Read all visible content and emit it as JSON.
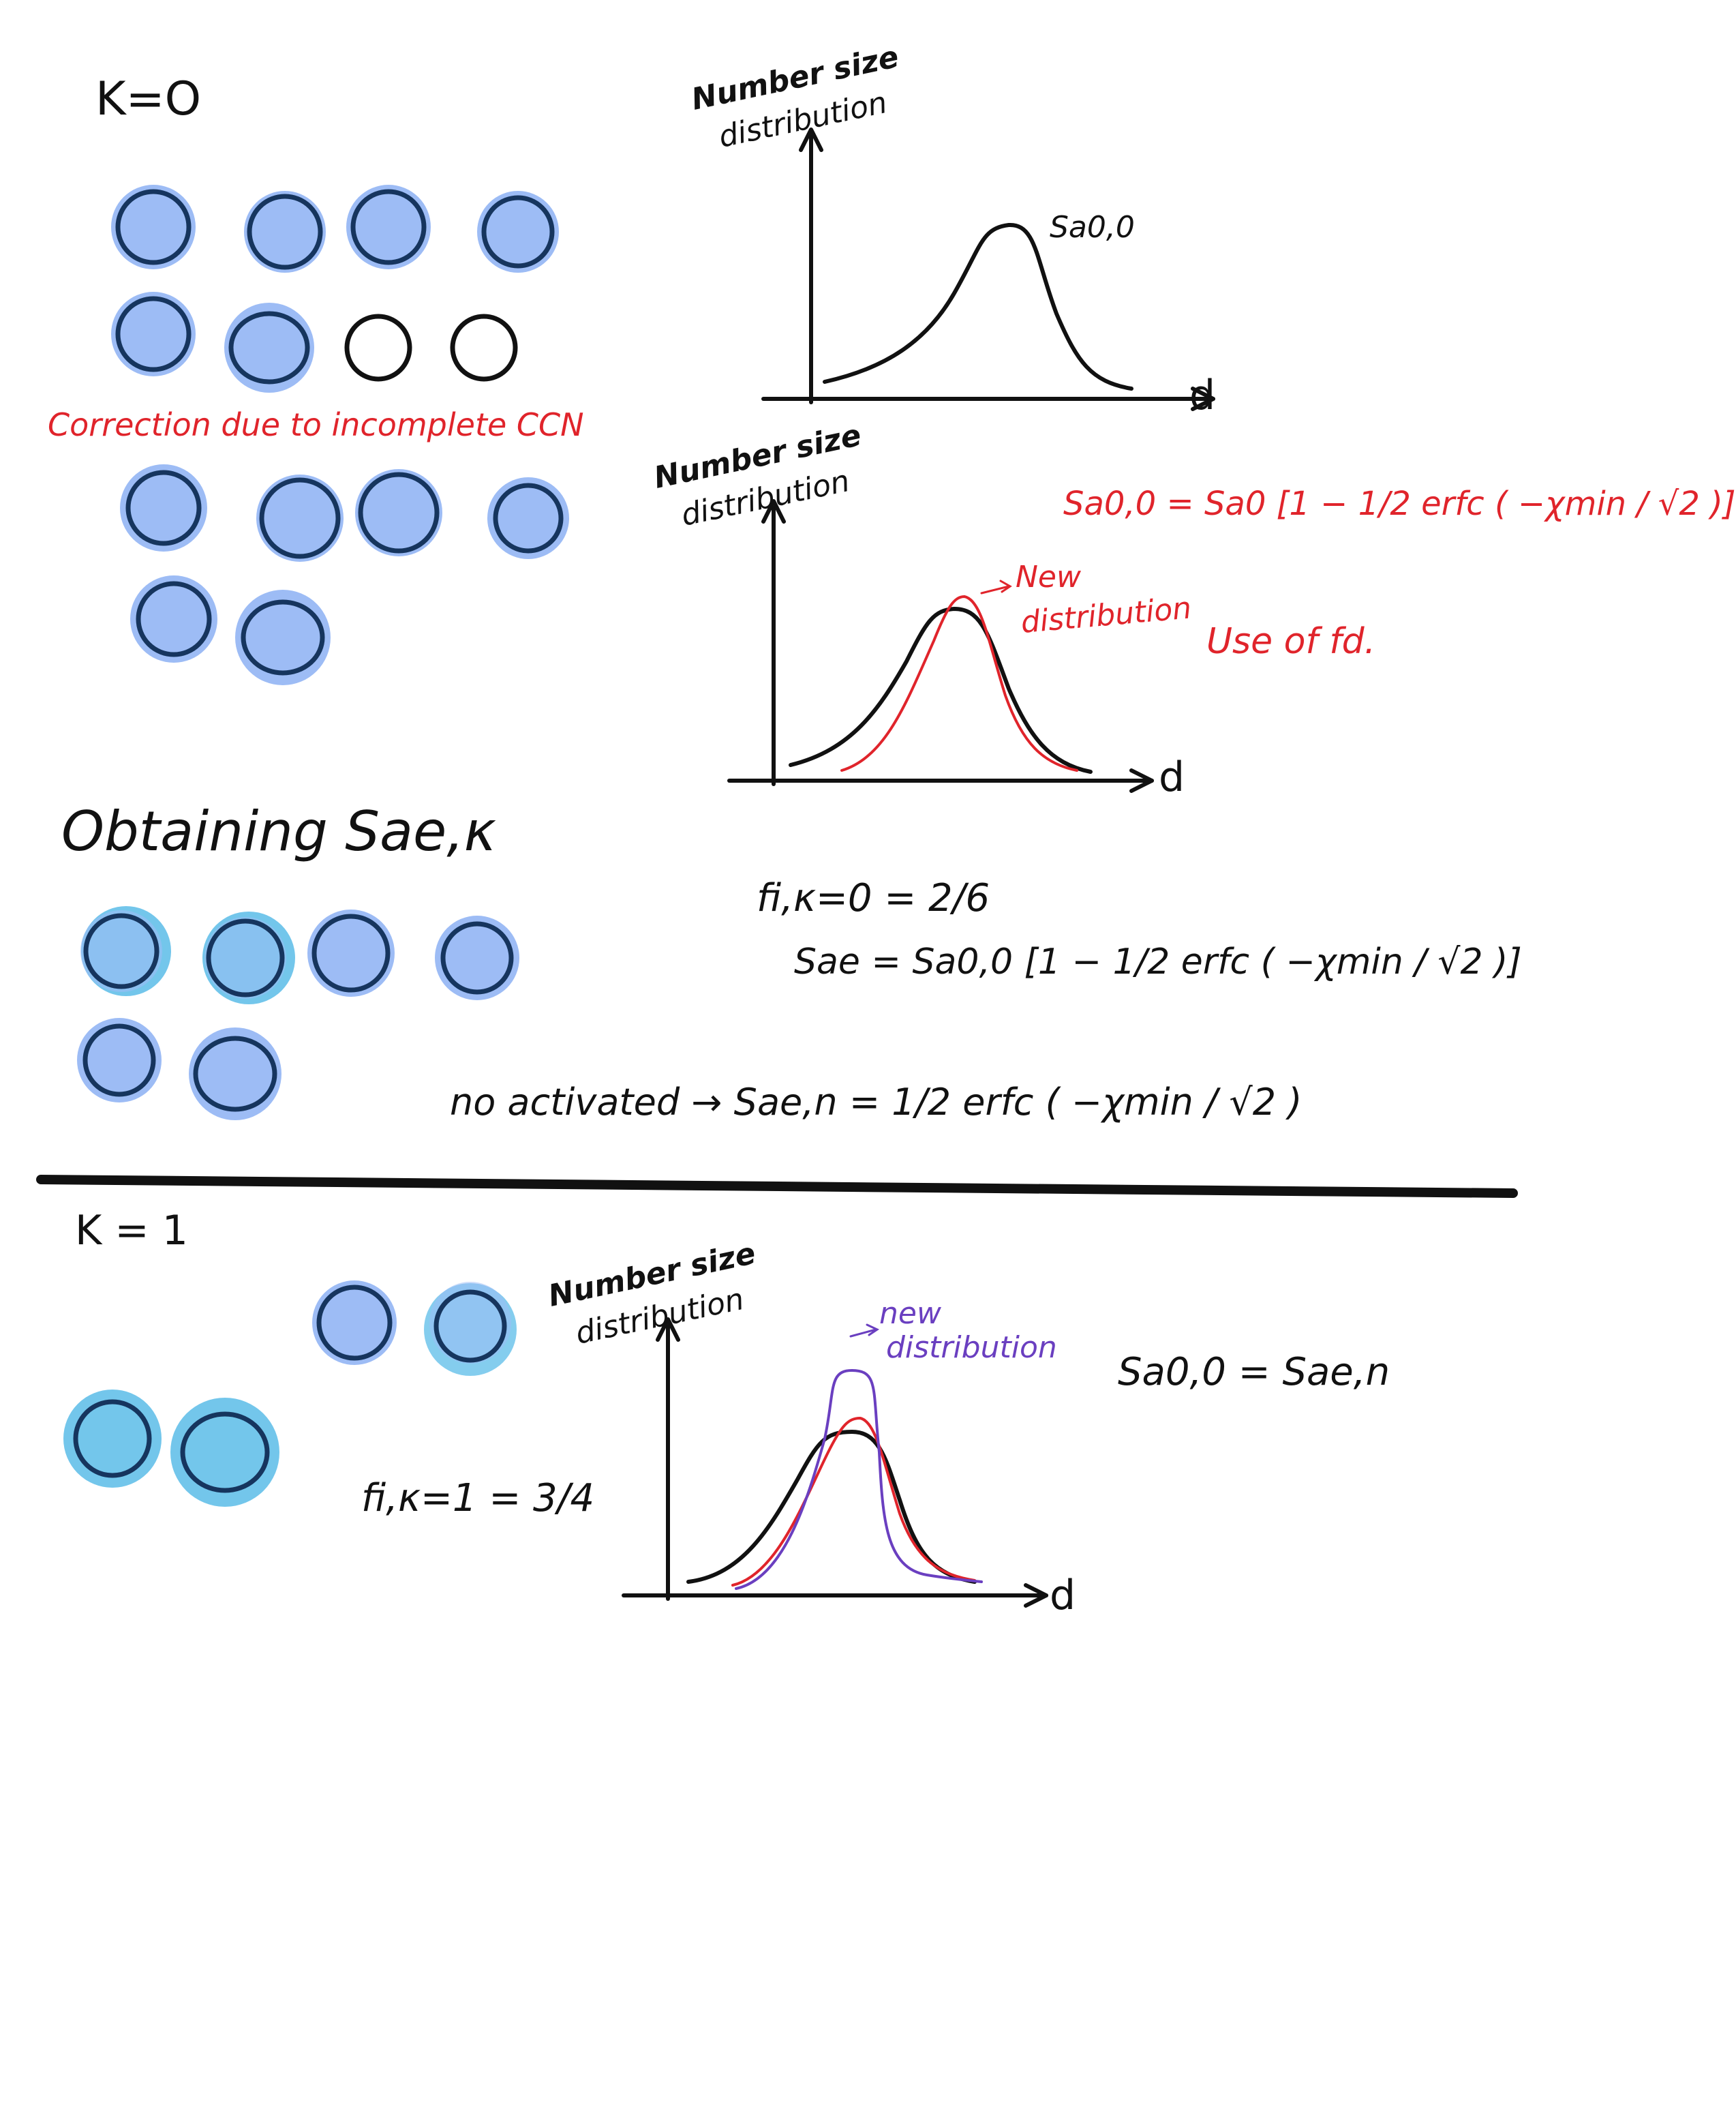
{
  "sections": {
    "k0": {
      "label": "K=O",
      "correction_note": "Correction due to incomplete CCN",
      "obtaining_label": "Obtaining Sae,κ"
    },
    "k1": {
      "label": "K = 1"
    }
  },
  "plots": {
    "plot1": {
      "ylabel_line1": "Number size",
      "ylabel_line2": "distribution",
      "xlabel": "d",
      "curve_label": "Sa0,0"
    },
    "plot2": {
      "ylabel_line1": "Number size",
      "ylabel_line2": "distribution",
      "xlabel": "d",
      "new_dist_line1": "New",
      "new_dist_line2": "distribution",
      "use_note": "Use of fd."
    },
    "plot3": {
      "ylabel_line1": "Number size",
      "ylabel_line2": "distribution",
      "xlabel": "d",
      "new_dist_line1": "new",
      "new_dist_line2": "distribution"
    }
  },
  "equations": {
    "eq_red": "Sa0,0 = Sa0 [1 − 1/2 erfc ( −χmin / √2 )]",
    "fi_k0": "fi,κ=0 = 2/6",
    "sae": "Sae = Sa0,0 [1 − 1/2 erfc ( −χmin / √2 )]",
    "no_activated": "no activated → Sae,n = 1/2 erfc ( −χmin / √2 )",
    "fi_k1": "fi,κ=1 = 3/4",
    "sa_eq": "Sa0,0 = Sae,n"
  },
  "colors": {
    "ink": "#111111",
    "red": "#e0242b",
    "purple": "#6a3fc0",
    "particle_blue": "#9dbcf5",
    "particle_cyan": "#5bbce8",
    "particle_ring": "#16355e"
  }
}
